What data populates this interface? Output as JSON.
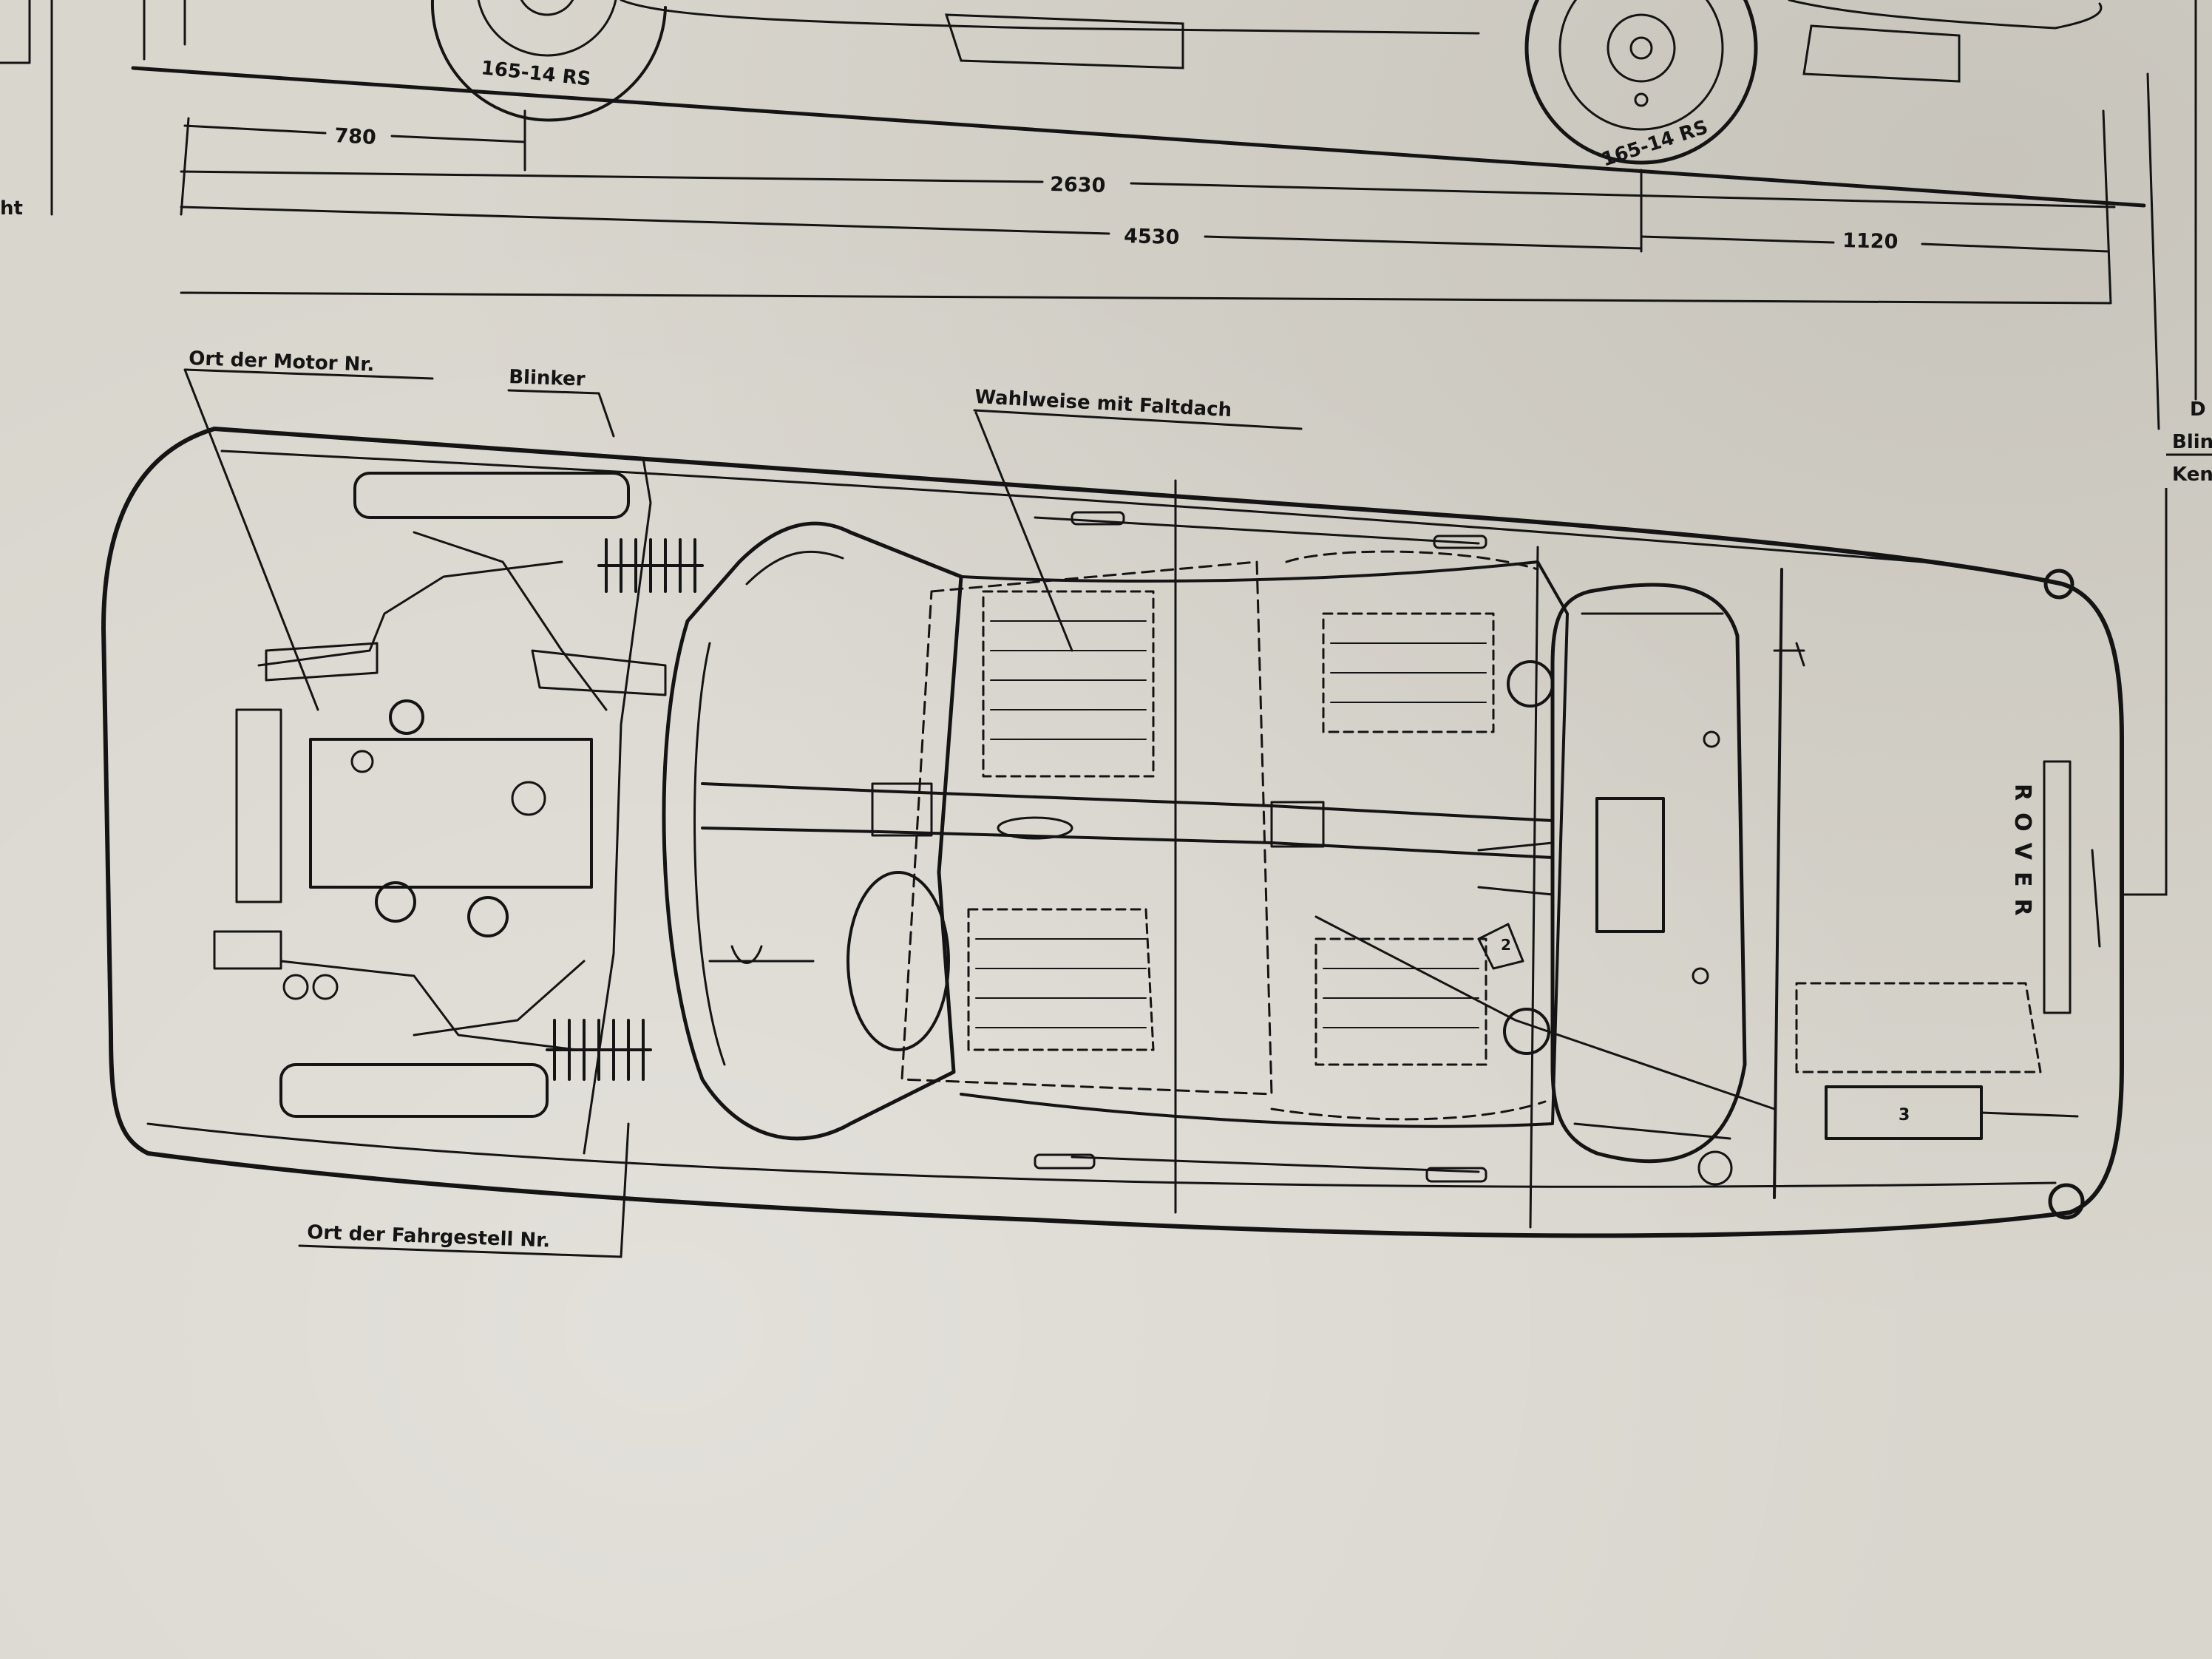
{
  "colors": {
    "paper": "#d9d6ce",
    "ink": "#141414"
  },
  "side_view": {
    "tyre_front": "165-14 RS",
    "tyre_rear": "165-14 RS",
    "dim_front_overhang": "780",
    "dim_wheelbase": "2630",
    "dim_length": "4530",
    "dim_rear_overhang": "1120",
    "left_edge_fragment": "ht"
  },
  "right_edge_fragments": [
    "D",
    "Blin",
    "Ken"
  ],
  "top_view": {
    "label_engine_no": "Ort der Motor Nr.",
    "label_indicator": "Blinker",
    "label_sunroof": "Wahlweise mit Faltdach",
    "label_chassis_no": "Ort der Fahrgestell Nr.",
    "badge": "ROVER",
    "callout_2": "2",
    "callout_3": "3"
  }
}
